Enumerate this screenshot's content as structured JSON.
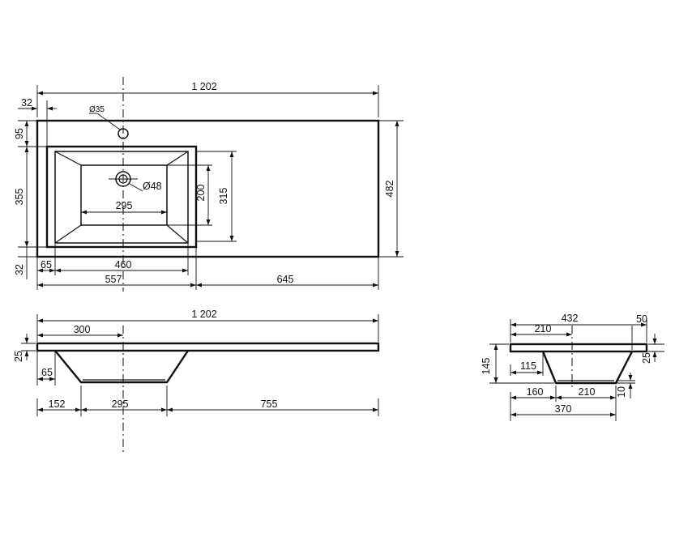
{
  "top_view": {
    "overall_width": "1 202",
    "edge_offset": "32",
    "tap_hole": "Ø35",
    "drain_hole": "Ø48",
    "bowl_inner_width": "295",
    "bowl_inner_depth": "200",
    "bowl_outer_depth": "315",
    "overall_depth": "482",
    "top_margin": "95",
    "bowl_depth": "355",
    "bottom_margin": "32",
    "left_margin": "65",
    "bowl_width": "460",
    "bowl_zone": "557",
    "shelf_zone": "645"
  },
  "front_view": {
    "overall_width": "1 202",
    "drain_center": "300",
    "slab_thickness": "25",
    "bowl_offset": "65",
    "seg_left": "152",
    "seg_bowl": "295",
    "seg_right": "755"
  },
  "side_view": {
    "overall_depth": "432",
    "back_offset": "50",
    "drain_offset": "210",
    "slab_thickness": "25",
    "bowl_height": "145",
    "bowl_step": "115",
    "bottom_thickness": "10",
    "seg_front": "160",
    "seg_bottom": "210",
    "bowl_total": "370"
  }
}
